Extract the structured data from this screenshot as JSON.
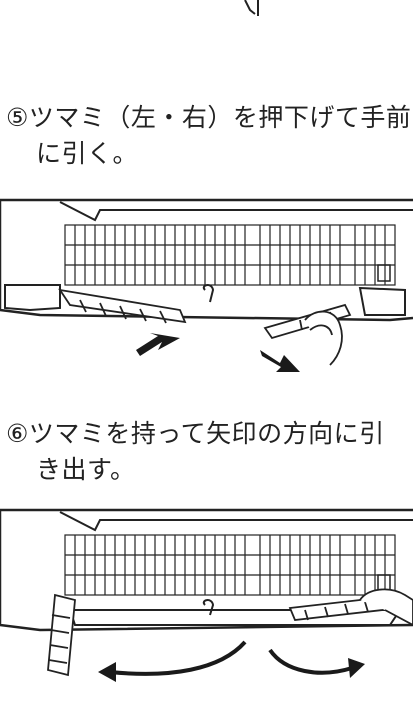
{
  "step5": {
    "line1": "⑤ツマミ（左・右）を押下げて手前",
    "line2": "に引く。"
  },
  "step6": {
    "line1": "⑥ツマミを持って矢印の方向に引",
    "line2": "き出す。"
  },
  "colors": {
    "ink": "#222222",
    "arrow": "#1a1a1a",
    "background": "#ffffff"
  }
}
